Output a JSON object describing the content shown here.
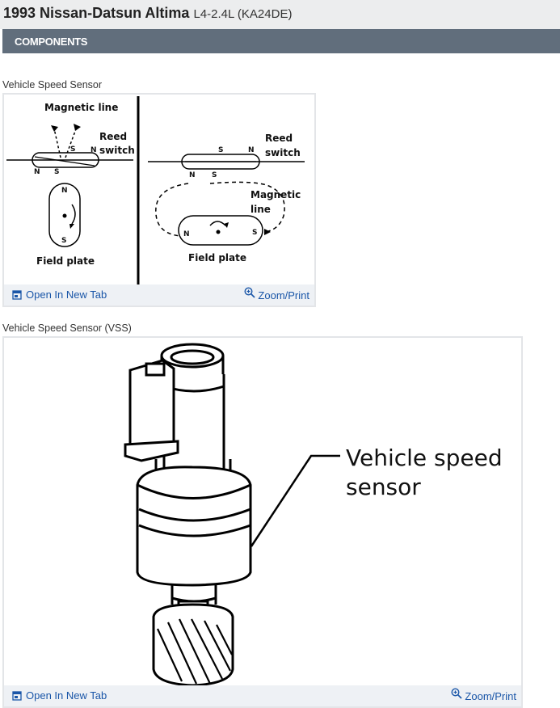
{
  "header": {
    "title_main": "1993 Nissan-Datsun Altima",
    "title_sub": "L4-2.4L (KA24DE)"
  },
  "section": {
    "label": "COMPONENTS"
  },
  "figures": [
    {
      "caption": "Vehicle Speed Sensor",
      "open_label": "Open In New Tab",
      "zoom_label": "Zoom/Print",
      "labels": {
        "magnetic_line_left": "Magnetic line",
        "reed_left_1": "Reed",
        "reed_left_2": "switch",
        "field_plate_left": "Field plate",
        "reed_right_1": "Reed",
        "reed_right_2": "switch",
        "magnetic_right_1": "Magnetic",
        "magnetic_right_2": "line",
        "field_plate_right": "Field plate",
        "pole_n": "N",
        "pole_s": "S"
      }
    },
    {
      "caption": "Vehicle Speed Sensor (VSS)",
      "open_label": "Open In New Tab",
      "zoom_label": "Zoom/Print",
      "labels": {
        "sensor_1": "Vehicle speed",
        "sensor_2": "sensor"
      }
    }
  ],
  "colors": {
    "section_bar": "#616e7c",
    "link": "#1a56a8",
    "title_bar": "#ecedee"
  }
}
